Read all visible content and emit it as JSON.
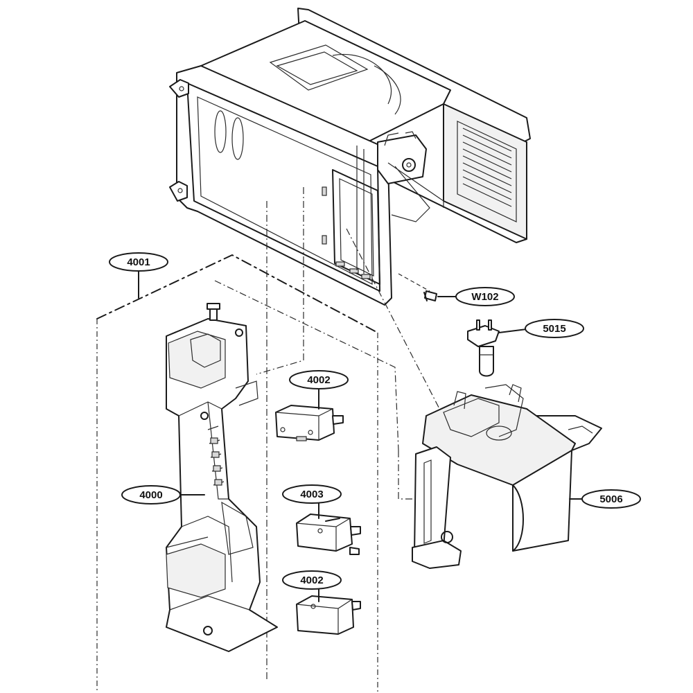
{
  "labels": {
    "l4001": "4001",
    "lW102": "W102",
    "l5015": "5015",
    "l4002a": "4002",
    "l4000": "4000",
    "l4003": "4003",
    "l4002b": "4002",
    "l5006": "5006"
  },
  "colors": {
    "line": "#1a1a1a",
    "background": "#ffffff"
  }
}
